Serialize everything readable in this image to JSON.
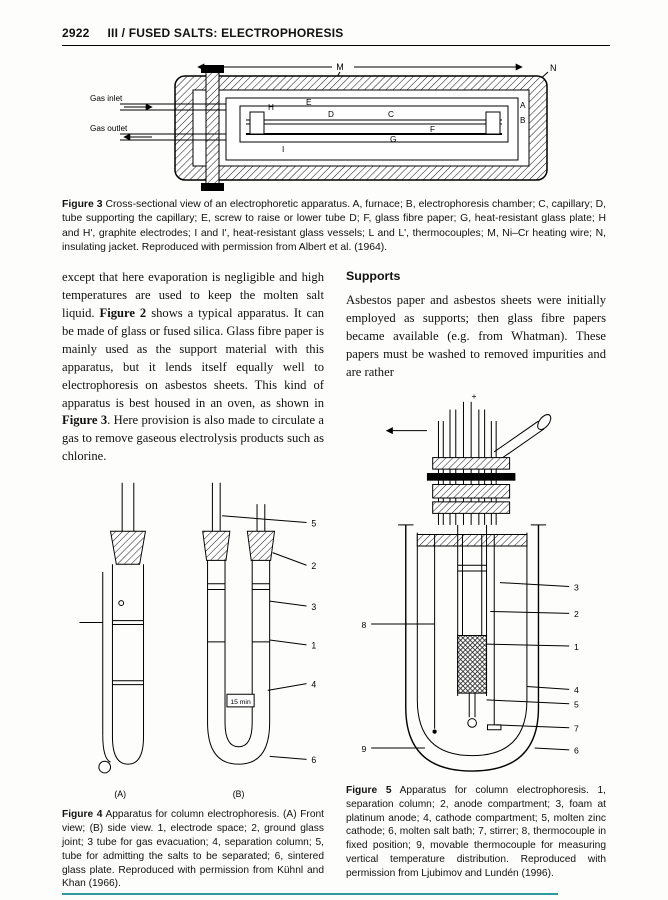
{
  "page": {
    "number": "2922",
    "header_title": "III / FUSED SALTS: ELECTROPHORESIS"
  },
  "figure3": {
    "caption_label": "Figure 3",
    "caption_text": " Cross-sectional view of an electrophoretic apparatus. A, furnace; B, electrophoresis chamber; C, capillary; D, tube supporting the capillary; E, screw to raise or lower tube D; F, glass fibre paper; G, heat-resistant glass plate; H and H', graphite electrodes; I and I', heat-resistant glass vessels; L and L', thermocouples; M, Ni–Cr heating wire; N, insulating jacket. Reproduced with permission from Albert et al. (1964).",
    "labels": {
      "gas_inlet": "Gas inlet",
      "gas_outlet": "Gas outlet",
      "M": "M",
      "N": "N",
      "A": "A",
      "B": "B",
      "C": "C",
      "D": "D",
      "E": "E",
      "F": "F",
      "G": "G",
      "H": "H",
      "I": "I"
    }
  },
  "body": {
    "left_paragraph": {
      "seg1": "except that here evaporation is negligible and high temperatures are used to keep the molten salt liquid. ",
      "fig2_ref": "Figure 2",
      "seg2": " shows a typical apparatus. It can be made of glass or fused silica. Glass fibre paper is mainly used as the support material with this apparatus, but it lends itself equally well to electrophoresis on asbestos sheets. This kind of apparatus is best housed in an oven, as shown in ",
      "fig3_ref": "Figure 3",
      "seg3": ". Here provision is also made to circulate a gas to remove gaseous electrolysis products such as chlorine."
    },
    "right": {
      "heading": "Supports",
      "paragraph": "Asbestos paper and asbestos sheets were initially employed as supports; then glass fibre papers became available (e.g. from Whatman). These papers must be washed to removed impurities and are rather"
    }
  },
  "figure4": {
    "caption_label": "Figure 4",
    "caption_text": " Apparatus for column electrophoresis. (A) Front view; (B) side view. 1, electrode space; 2, ground glass joint; 3 tube for gas evacuation; 4, separation column; 5, tube for admitting the salts to be separated; 6, sintered glass plate. Reproduced with permission from Kühnl and Khan (1966).",
    "labels": {
      "a": "(A)",
      "b": "(B)",
      "scale": "15 min",
      "n1": "1",
      "n2": "2",
      "n3": "3",
      "n4": "4",
      "n5": "5",
      "n6": "6"
    }
  },
  "figure5": {
    "caption_label": "Figure 5",
    "caption_text": " Apparatus for column electrophoresis. 1, separation column; 2, anode compartment; 3, foam at platinum anode; 4, cathode compartment; 5, molten zinc cathode; 6, molten salt bath; 7, stirrer; 8, thermocouple in fixed position; 9, movable thermocouple for measuring vertical temperature distribution. Reproduced with permission from Ljubimov and Lundén (1996).",
    "labels": {
      "plus": "+",
      "n1": "1",
      "n2": "2",
      "n3": "3",
      "n4": "4",
      "n5": "5",
      "n6": "6",
      "n7": "7",
      "n8": "8",
      "n9": "9"
    }
  }
}
